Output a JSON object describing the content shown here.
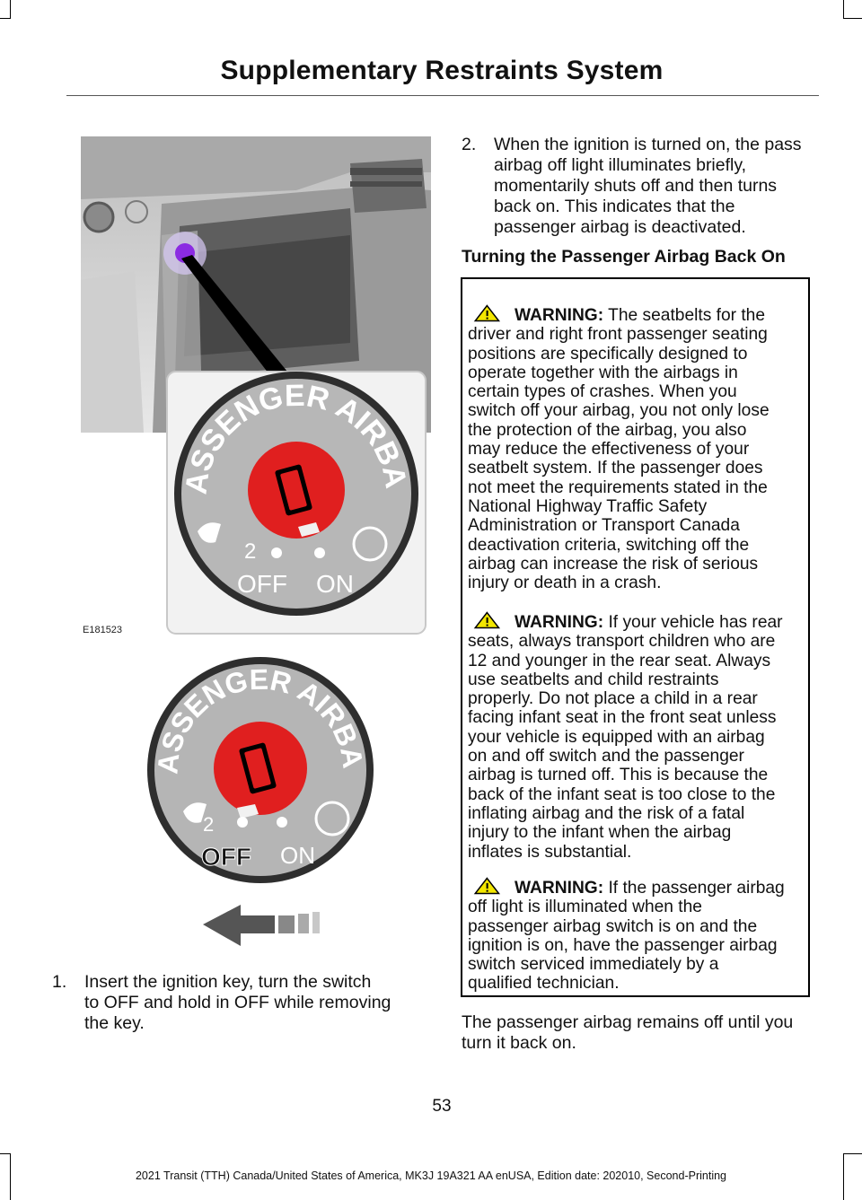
{
  "header": {
    "title": "Supplementary Restraints System"
  },
  "figure": {
    "code": "E181523",
    "dial_label": "PASSENGER AIRBAG",
    "off_label": "OFF",
    "on_label": "ON",
    "position_mark": "2"
  },
  "steps": [
    {
      "num": "1.",
      "text": [
        "Insert the ignition key, turn the switch",
        "to OFF and hold in OFF while removing",
        "the key."
      ]
    },
    {
      "num": "2.",
      "text": [
        "When the ignition is turned on, the pass",
        "airbag off light illuminates briefly,",
        "momentarily shuts off and then turns",
        "back on. This indicates that the",
        "passenger airbag is deactivated."
      ]
    }
  ],
  "subheading": "Turning the Passenger Airbag Back On",
  "warnings": [
    {
      "lead": "WARNING:",
      "first": " The seatbelts for the",
      "lines": [
        "driver and right front passenger seating",
        "positions are specifically designed to",
        "operate together with the airbags in",
        "certain types of crashes. When you",
        "switch off your airbag, you not only lose",
        "the protection of the airbag, you also",
        "may reduce the effectiveness of your",
        "seatbelt system. If the passenger does",
        "not meet the requirements stated in the",
        "National Highway Traffic Safety",
        "Administration or Transport Canada",
        "deactivation criteria, switching off the",
        "airbag can increase the risk of serious",
        "injury or death in a crash."
      ]
    },
    {
      "lead": "WARNING:",
      "first": " If your vehicle has rear",
      "lines": [
        "seats, always transport children who are",
        "12 and younger in the rear seat. Always",
        "use seatbelts and child restraints",
        "properly. Do not place a child in a rear",
        "facing infant seat in the front seat unless",
        "your vehicle is equipped with an airbag",
        "on and off switch and the passenger",
        "airbag is turned off. This is because the",
        "back of the infant seat is too close to the",
        "inflating airbag and the risk of a fatal",
        "injury to the infant when the airbag",
        "inflates is substantial."
      ]
    },
    {
      "lead": "WARNING:",
      "first": " If the passenger airbag",
      "lines": [
        "off light is illuminated when the",
        "passenger airbag switch is on and the",
        "ignition is on, have the passenger airbag",
        "switch serviced immediately by a",
        "qualified technician."
      ]
    }
  ],
  "closing": [
    "The passenger airbag remains off until you",
    "turn it back on."
  ],
  "page_number": "53",
  "footer": "2021 Transit (TTH) Canada/United States of America, MK3J 19A321 AA enUSA, Edition date: 202010, Second-Printing",
  "colors": {
    "warning_yellow": "#f2e600",
    "switch_red": "#e01f1f",
    "airbag_dot": "#8b2be2"
  }
}
